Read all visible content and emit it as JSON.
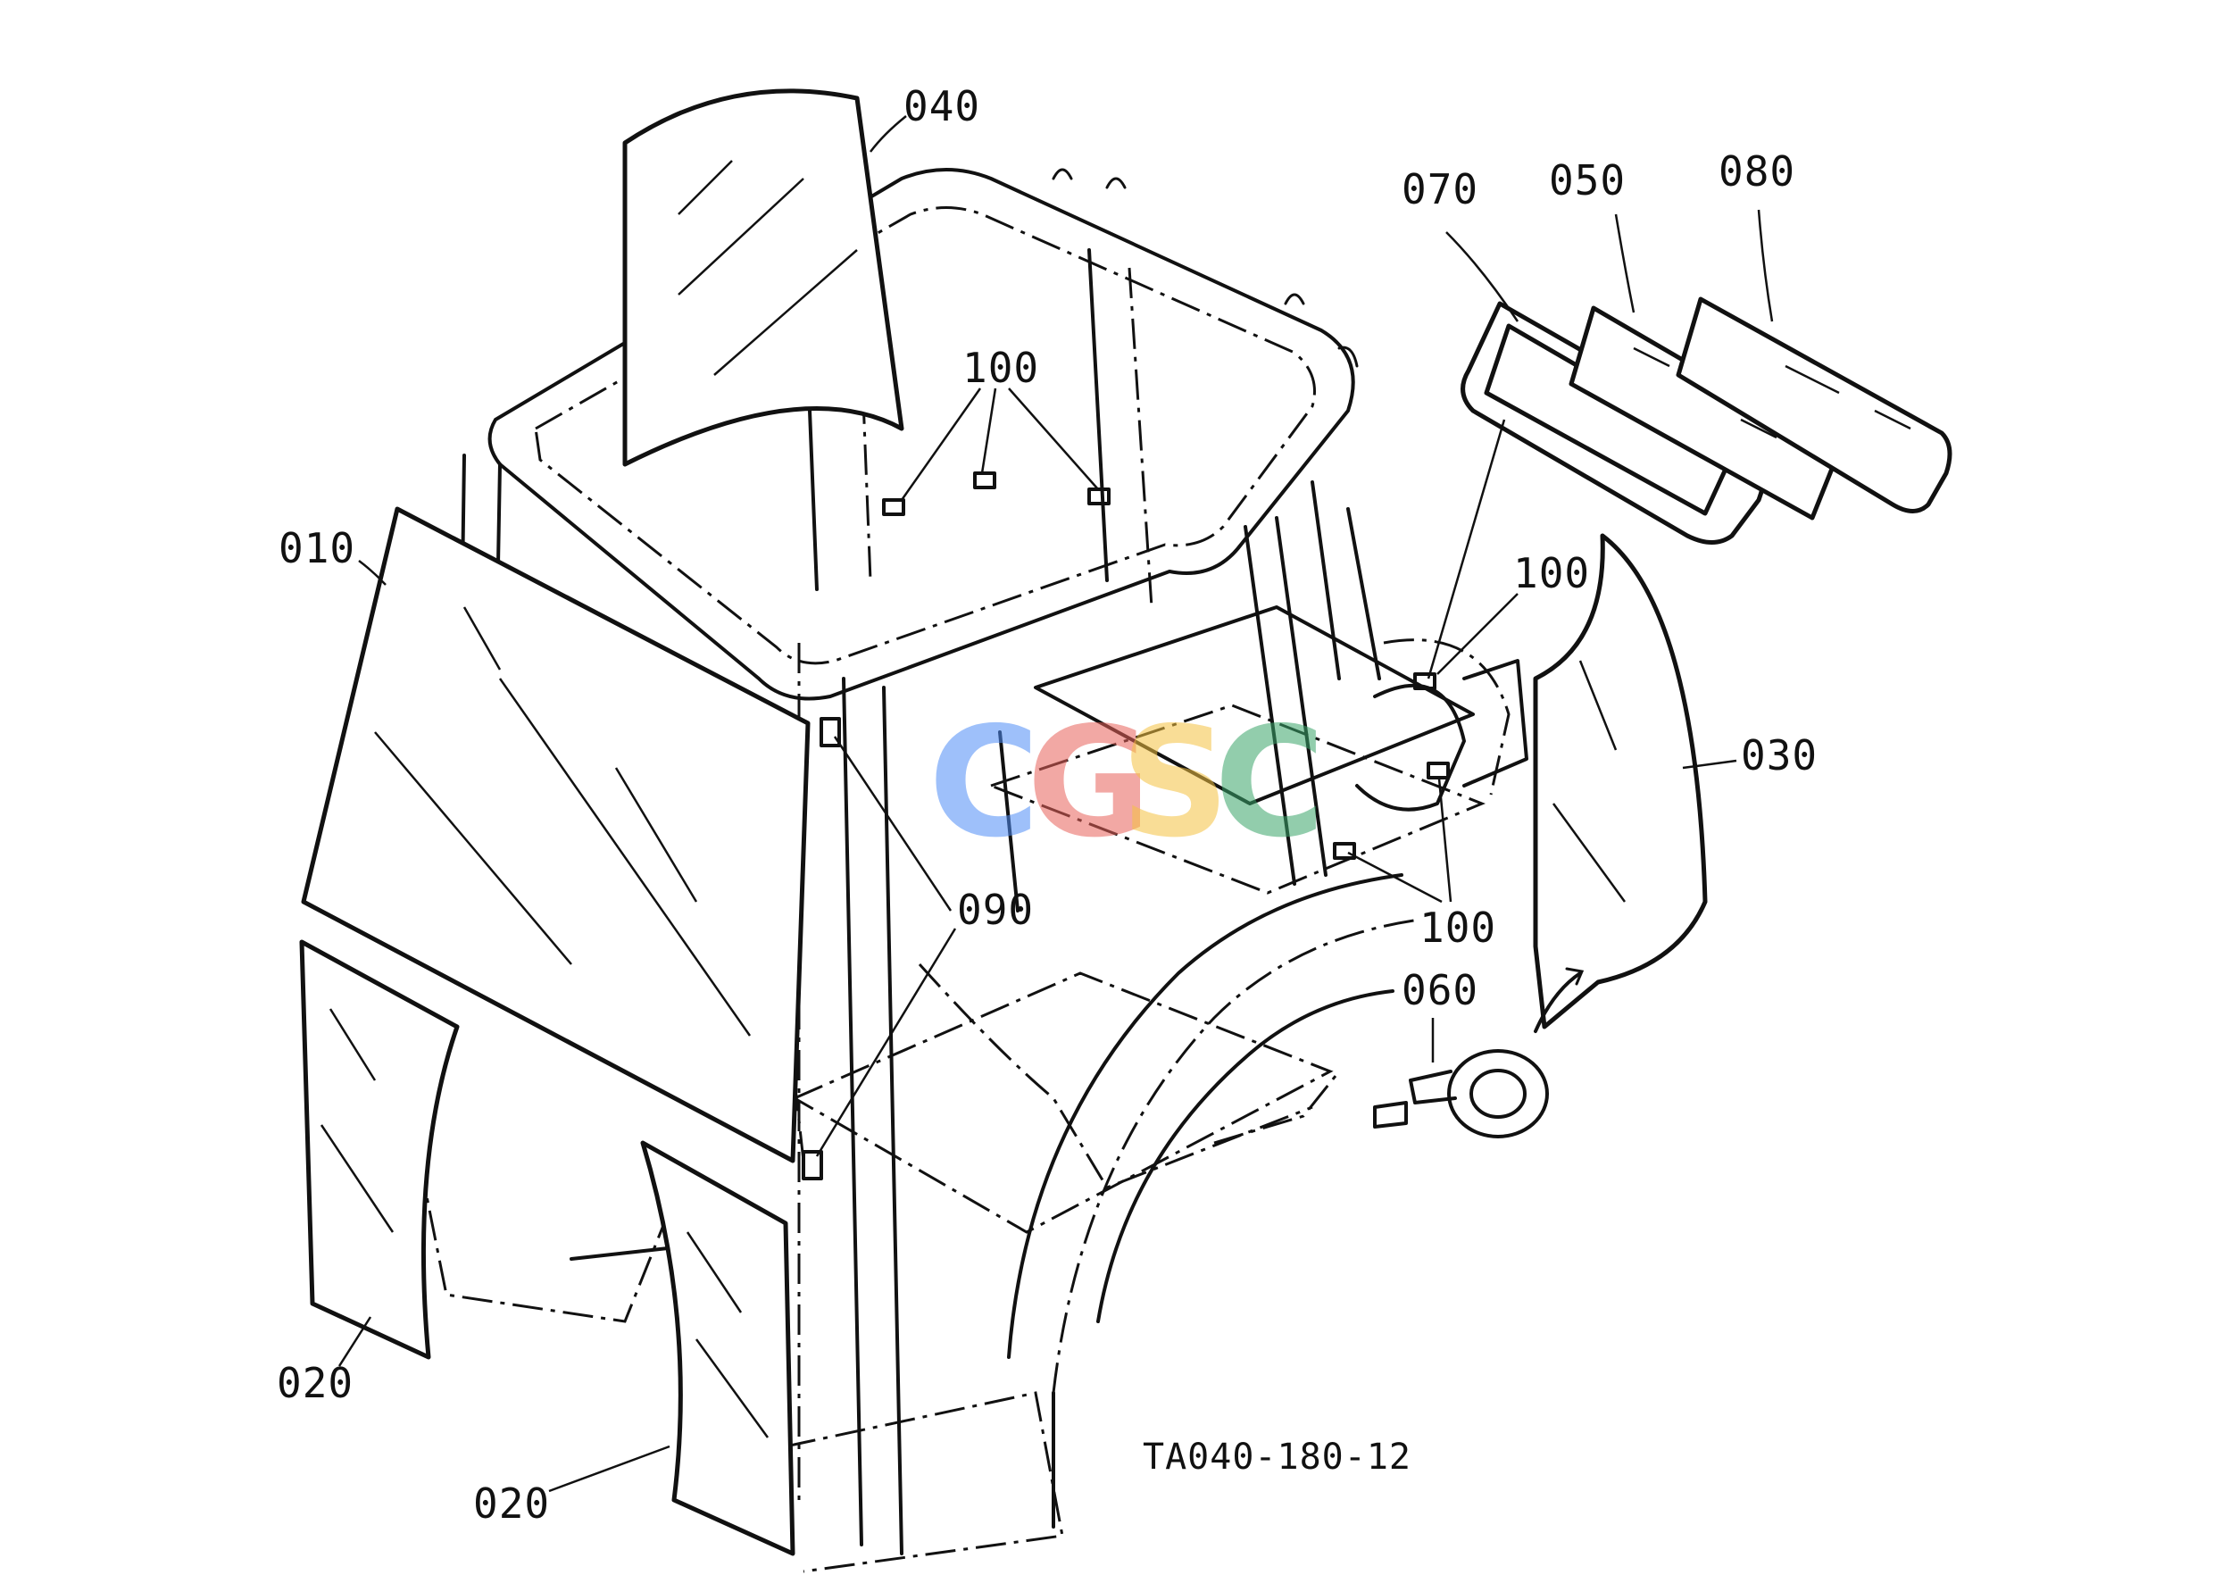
{
  "callouts": {
    "c010": "010",
    "c020a": "020",
    "c020b": "020",
    "c030": "030",
    "c040": "040",
    "c050": "050",
    "c060": "060",
    "c070": "070",
    "c080": "080",
    "c090": "090",
    "c100a": "100",
    "c100b": "100",
    "c100c": "100"
  },
  "figure_id": "TA040-180-12",
  "watermark": {
    "letters": [
      "C",
      "G",
      "S",
      "C"
    ],
    "colors": [
      "#4f8ef7",
      "#e8625a",
      "#f5c242",
      "#3aa56a"
    ]
  }
}
